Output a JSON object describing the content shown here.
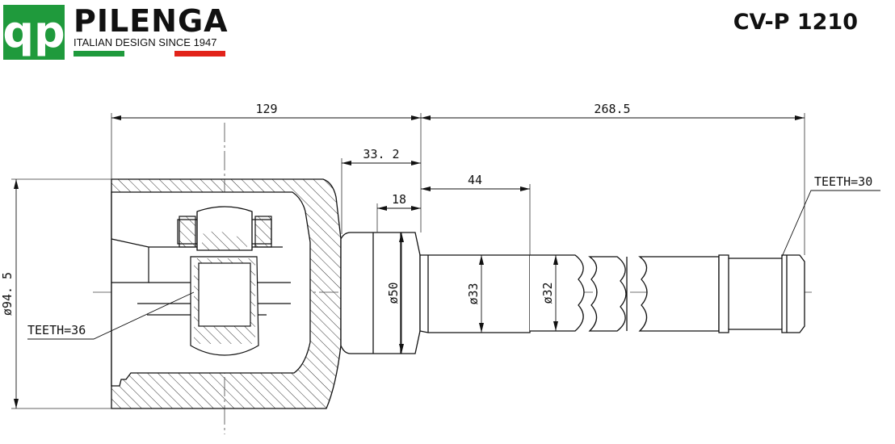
{
  "brand": {
    "logo_letters": "qp",
    "name": "PILENGA",
    "tagline": "ITALIAN DESIGN SINCE 1947",
    "logo_color": "#1f9a3c",
    "flag_colors": [
      "#1f9a3c",
      "#ffffff",
      "#e2231a"
    ]
  },
  "part_number": "CV-P 1210",
  "dimensions": {
    "length_housing": "129",
    "length_shaft": "268.5",
    "length_33_2": "33. 2",
    "length_18": "18",
    "length_44": "44",
    "dia_housing": "ø94. 5",
    "dia_neck": "ø50",
    "dia_shaft_a": "ø33",
    "dia_shaft_b": "ø32"
  },
  "labels": {
    "teeth_inner": "TEETH=36",
    "teeth_outer": "TEETH=30"
  }
}
